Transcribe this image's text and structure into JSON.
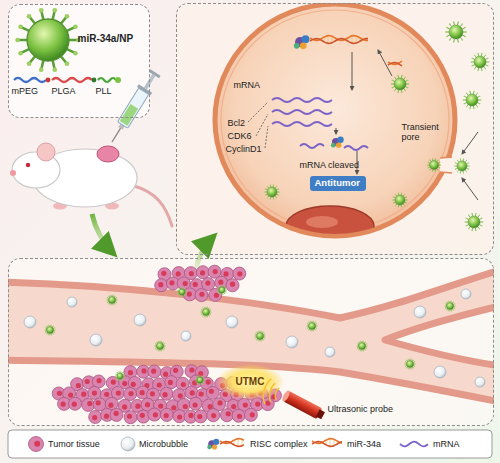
{
  "diagram": {
    "nodes": [
      {
        "text": [
          "miR-34a/NP",
          "mPEG",
          "PLGA",
          "PLL"
        ]
      },
      {
        "text": [
          "mRNA",
          "Bcl2",
          "CDK6",
          "CyclinD1",
          "mRNA cleaved",
          "Transient pore"
        ]
      },
      {
        "text": [
          "Antitumor"
        ],
        "in": 1
      },
      {
        "text": [
          "UTMC",
          "Ultrasonic probe"
        ]
      }
    ],
    "legend": [
      {
        "text": "Tumor tissue"
      },
      {
        "text": "Microbubble"
      },
      {
        "text": "RISC complex"
      },
      {
        "text": "miR-34a"
      },
      {
        "text": "mRNA"
      }
    ]
  }
}
